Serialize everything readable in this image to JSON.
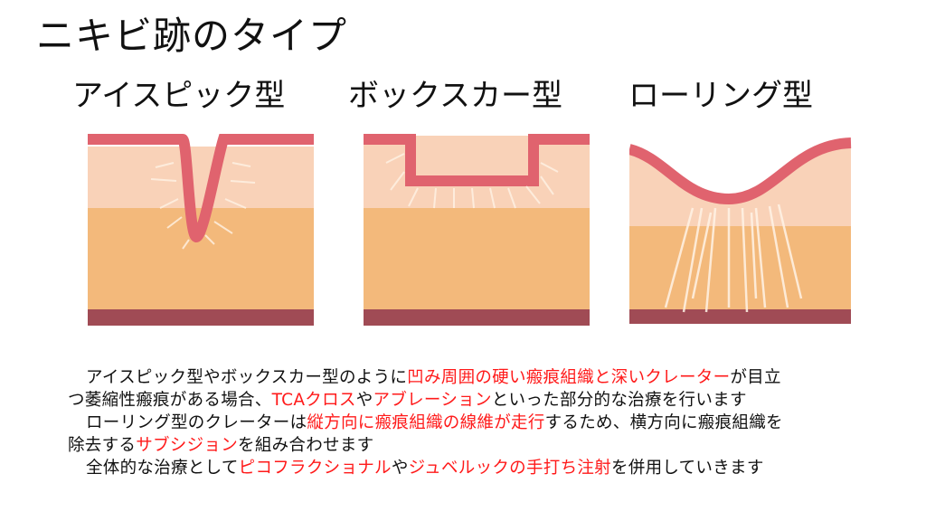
{
  "title": "ニキビ跡のタイプ",
  "types": [
    "アイスピック型",
    "ボックスカー型",
    "ローリング型"
  ],
  "colors": {
    "highlight": "#ff1a1a",
    "epidermis": "#e0636e",
    "dermis_upper": "#f9d2b8",
    "dermis_lower": "#f3b97b",
    "base": "#a04b55",
    "fibers": "#fff3e6"
  },
  "body": {
    "l1": [
      "アイスピック型やボックスカー型のように",
      "凹み周囲の硬い瘢痕組織と深いクレーター",
      "が目立"
    ],
    "l2": [
      "つ萎縮性瘢痕がある場合、",
      "TCAクロス",
      "や",
      "アブレーション",
      "といった部分的な治療を行います"
    ],
    "l3": [
      "ローリング型のクレーターは",
      "縦方向に瘢痕組織の線維が走行",
      "するため、横方向に瘢痕組織を"
    ],
    "l4": [
      "除去する",
      "サブシジョン",
      "を組み合わせます"
    ],
    "l5": [
      "全体的な治療として",
      "ピコフラクショナル",
      "や",
      "ジュベルックの手打ち注射",
      "を併用していきます"
    ]
  }
}
